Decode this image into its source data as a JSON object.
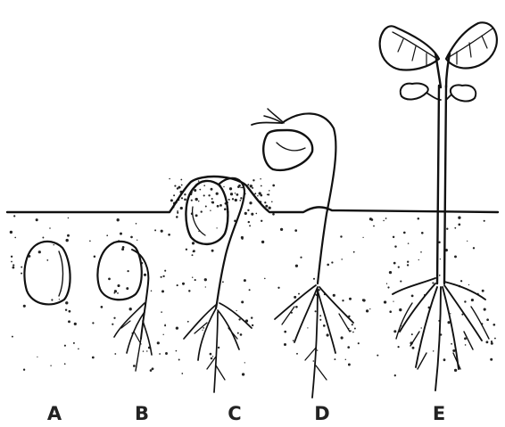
{
  "stages": [
    {
      "id": "a",
      "label": "A"
    },
    {
      "id": "b",
      "label": "B"
    },
    {
      "id": "c",
      "label": "C"
    },
    {
      "id": "d",
      "label": "D"
    },
    {
      "id": "e",
      "label": "E"
    }
  ],
  "colors": {
    "ink": "#111111",
    "background": "#ffffff"
  }
}
